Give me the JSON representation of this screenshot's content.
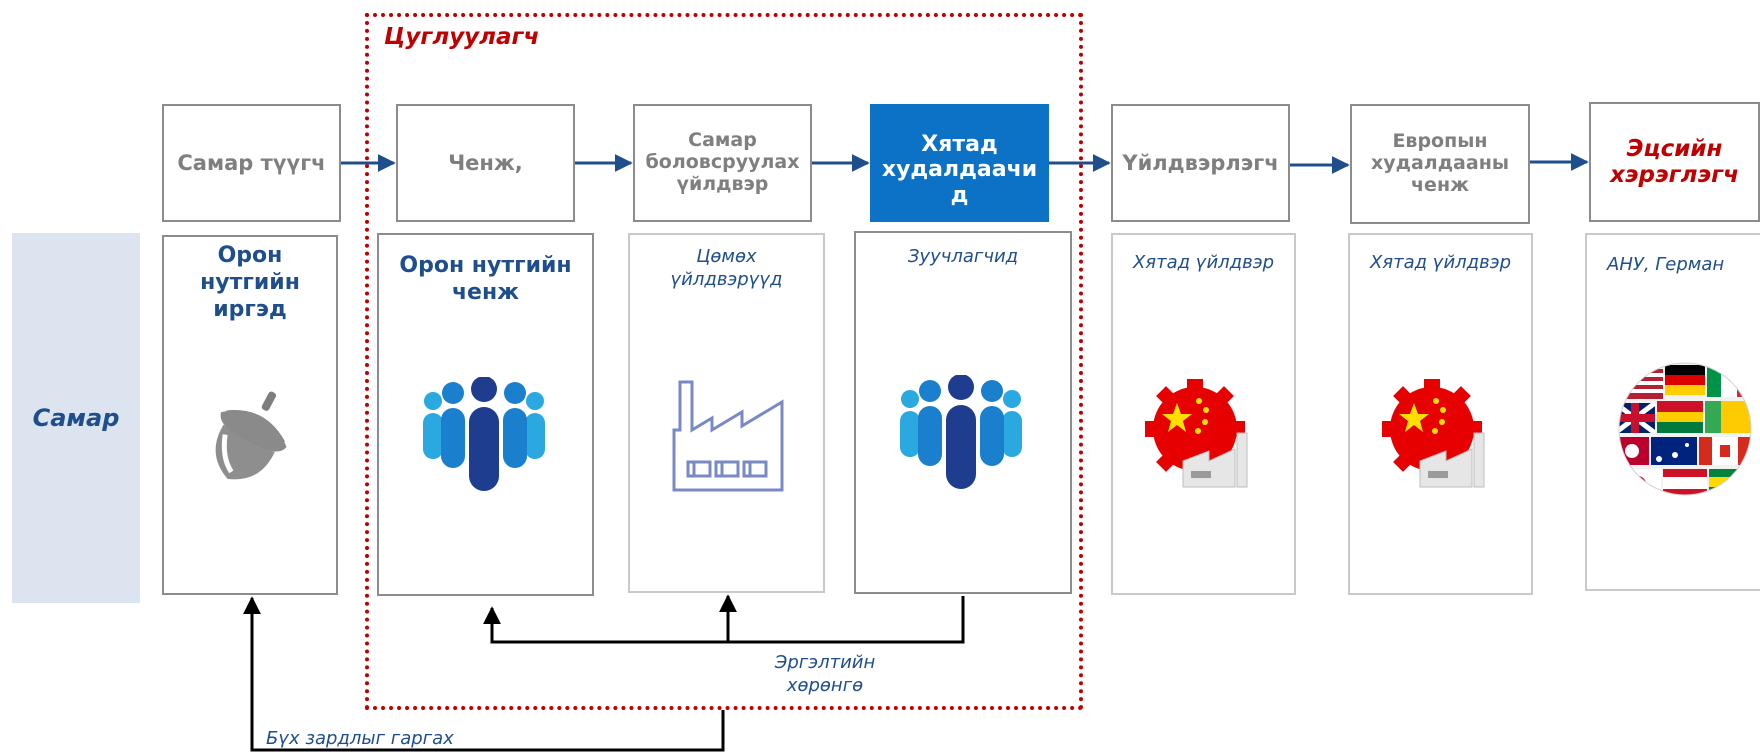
{
  "diagram": {
    "group_label": "Цуглуулагч",
    "row_label": "Самар",
    "stages": [
      {
        "label": "Самар түүгч",
        "style": "normal"
      },
      {
        "label": "Ченж,",
        "style": "normal"
      },
      {
        "label": "Самар боловсруулах үйлдвэр",
        "style": "mid"
      },
      {
        "label": "Хятад худалдаачи д",
        "style": "active"
      },
      {
        "label": "Үйлдвэрлэгч",
        "style": "normal"
      },
      {
        "label": "Европын худалдааны ченж",
        "style": "mid"
      },
      {
        "label": "Эцсийн хэрэглэгч",
        "style": "end"
      }
    ],
    "panels": [
      {
        "label": "Орон нутгийн иргэд",
        "icon": "acorn-icon"
      },
      {
        "label": "Орон нутгийн ченж",
        "icon": "people-group-icon"
      },
      {
        "label": "Цөмөх үйлдвэрүүд",
        "icon": "factory-icon"
      },
      {
        "label": "Зуучлагчид",
        "icon": "people-group-icon"
      },
      {
        "label": "Хятад үйлдвэр",
        "icon": "china-factory-gear-icon"
      },
      {
        "label": "Хятад үйлдвэр",
        "icon": "china-factory-gear-icon"
      },
      {
        "label": "АНУ, Герман",
        "icon": "flag-globe-icon"
      }
    ],
    "notes": {
      "working_capital": "Эргэлтийн хөрөнгө",
      "all_costs": "Бүх зардлыг гаргах"
    },
    "colors": {
      "arrow_blue": "#1f4e8c",
      "active_stage": "#0b72c6",
      "group_border": "#c00000",
      "row_label_bg": "#dce4f0",
      "end_stage_text": "#c00000"
    }
  }
}
